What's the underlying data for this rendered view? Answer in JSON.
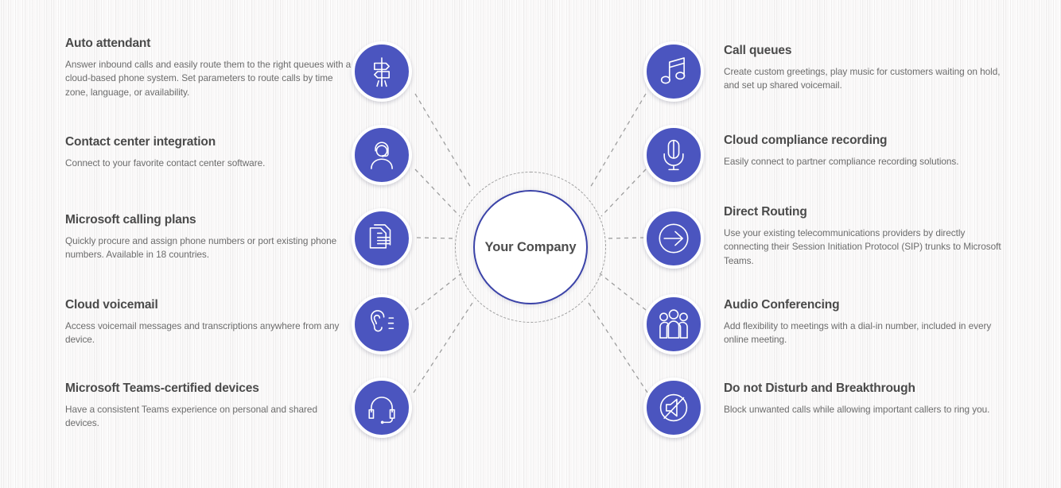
{
  "hub": {
    "label": "Your Company"
  },
  "theme": {
    "accent": "#4b55bf",
    "hub_border": "#3b43a8",
    "title_color": "#4a4a4a",
    "body_color": "#6c6c6c",
    "background": "#f4f3f3",
    "connector_color": "#9e9e9e"
  },
  "left_features": [
    {
      "title": "Auto attendant",
      "desc": "Answer inbound calls and easily route them to the right queues with a cloud-based phone system. Set parameters to route calls by time zone, language, or availability.",
      "icon": "signpost-icon"
    },
    {
      "title": "Contact center integration",
      "desc": "Connect to your favorite contact center software.",
      "icon": "support-agent-icon"
    },
    {
      "title": "Microsoft calling plans",
      "desc": "Quickly procure and assign phone numbers or port existing phone numbers. Available in 18 countries.",
      "icon": "documents-stack-icon"
    },
    {
      "title": "Cloud voicemail",
      "desc": "Access voicemail messages and transcriptions anywhere from any device.",
      "icon": "ear-listening-icon"
    },
    {
      "title": "Microsoft Teams-certified devices",
      "desc": "Have a consistent Teams experience on personal and shared devices.",
      "icon": "headset-icon"
    }
  ],
  "right_features": [
    {
      "title": "Call queues",
      "desc": "Create custom greetings, play music for customers waiting on hold, and set up shared voicemail.",
      "icon": "music-notes-icon"
    },
    {
      "title": "Cloud compliance recording",
      "desc": "Easily connect to partner compliance recording solutions.",
      "icon": "microphone-icon"
    },
    {
      "title": "Direct Routing",
      "desc": "Use your existing telecommunications providers by directly connecting their Session Initiation Protocol (SIP) trunks to Microsoft Teams.",
      "icon": "arrow-right-circle-icon"
    },
    {
      "title": "Audio Conferencing",
      "desc": "Add flexibility to meetings with a dial-in number, included in every online meeting.",
      "icon": "people-group-icon"
    },
    {
      "title": "Do not Disturb and Breakthrough",
      "desc": "Block unwanted calls while allowing important callers to ring you.",
      "icon": "speaker-muted-icon"
    }
  ]
}
